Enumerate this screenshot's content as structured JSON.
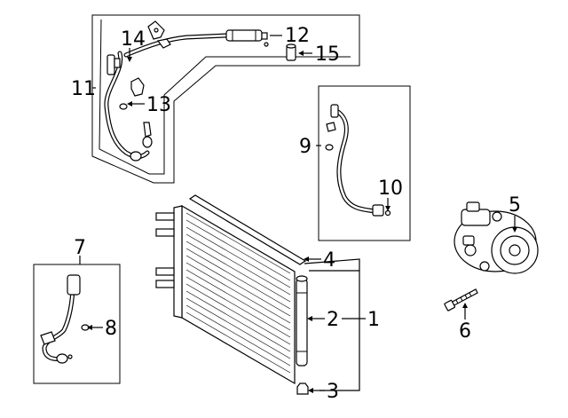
{
  "callouts": {
    "c1": "1",
    "c2": "2",
    "c3": "3",
    "c4": "4",
    "c5": "5",
    "c6": "6",
    "c7": "7",
    "c8": "8",
    "c9": "9",
    "c10": "10",
    "c11": "11",
    "c12": "12",
    "c13": "13",
    "c14": "14",
    "c15": "15"
  },
  "parts": {
    "p1": "condenser-assembly",
    "p2": "receiver-drier",
    "p3": "drier-plug",
    "p4": "seal-strip",
    "p5": "ac-compressor",
    "p6": "compressor-bolt",
    "p7": "liquid-line",
    "p8": "line-o-ring",
    "p9": "discharge-hose",
    "p10": "hose-o-ring",
    "p11": "suction-hose-assembly",
    "p12": "suction-line",
    "p13": "suction-o-ring",
    "p14": "line-bracket",
    "p15": "service-valve-cap"
  },
  "colors": {
    "line": "#000000",
    "background": "#ffffff"
  }
}
